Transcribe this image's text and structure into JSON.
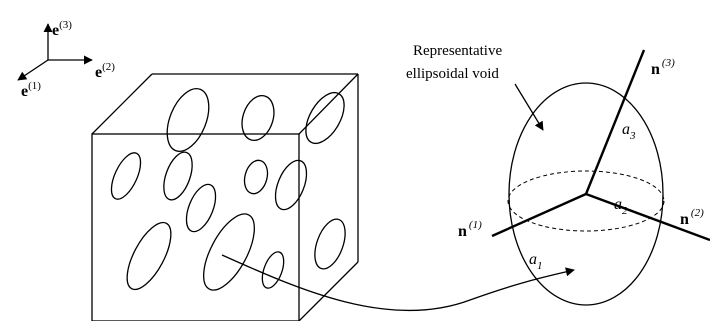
{
  "labels": {
    "void_line1": "Representative",
    "void_line2": "ellipsoidal void"
  },
  "global_axes": [
    {
      "name": "e",
      "index": "(3)"
    },
    {
      "name": "e",
      "index": "(2)"
    },
    {
      "name": "e",
      "index": "(1)"
    }
  ],
  "local_axes": [
    {
      "name": "n",
      "index": "(1)"
    },
    {
      "name": "n",
      "index": "(2)"
    },
    {
      "name": "n",
      "index": "(3)"
    }
  ],
  "semi_axes": [
    {
      "name": "a",
      "index": "1"
    },
    {
      "name": "a",
      "index": "2"
    },
    {
      "name": "a",
      "index": "3"
    }
  ]
}
